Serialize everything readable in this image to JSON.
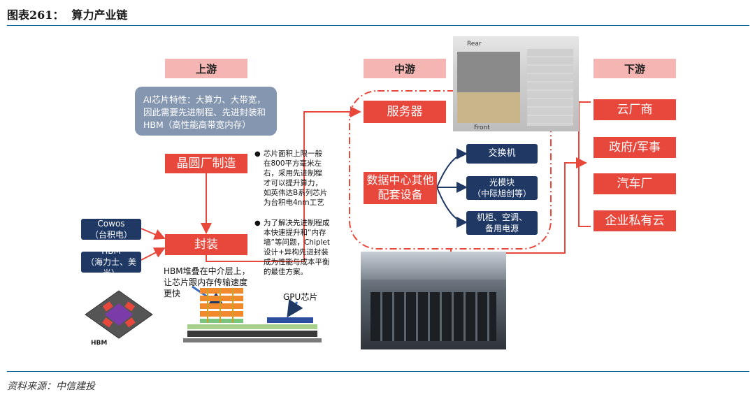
{
  "figure": {
    "title": "图表261：  算力产业链",
    "source": "资料来源：中信建投"
  },
  "upstream": {
    "header": "上游",
    "feature_box": "AI芯片特性：大算力、大带宽，因此需要先进制程、先进封装和HBM（高性能高带宽内存）",
    "wafer_fab": "晶圆厂制造",
    "packaging": "封装",
    "cowos": "Cowos\n（台积电）",
    "hbm_vendor": "HBM\n（海力士、美光）",
    "note1": "芯片面积上限一般在800平方毫米左右，采用先进制程才可以提升算力，如英伟达B系列芯片为台积电4nm工艺",
    "note2": "为了解决先进制程成本快速提升和“内存墙”等问题，Chiplet设计+异构先进封装成为性能与成本平衡的最佳方案。",
    "hbm_caption": "HBM堆叠在中介层上，让芯片跟内存传输速度更快",
    "gpu_caption": "GPU芯片",
    "hbm_diagram_label": "HBM"
  },
  "midstream": {
    "header": "中游",
    "server": "服务器",
    "dc_equipment": "数据中心其他配套设备",
    "switch": "交换机",
    "optical_module": "光模块\n（中际旭创等）",
    "cabinet": "机柜、空调、备用电源",
    "photo_rear": "Rear",
    "photo_front": "Front"
  },
  "downstream": {
    "header": "下游",
    "items": [
      "云厂商",
      "政府/军事",
      "汽车厂",
      "企业私有云"
    ]
  },
  "colors": {
    "red": "#e8473c",
    "pink": "#f5b6b3",
    "navy": "#1f3864",
    "grey_blue": "#8496b0",
    "rule": "#0e6a9a"
  }
}
